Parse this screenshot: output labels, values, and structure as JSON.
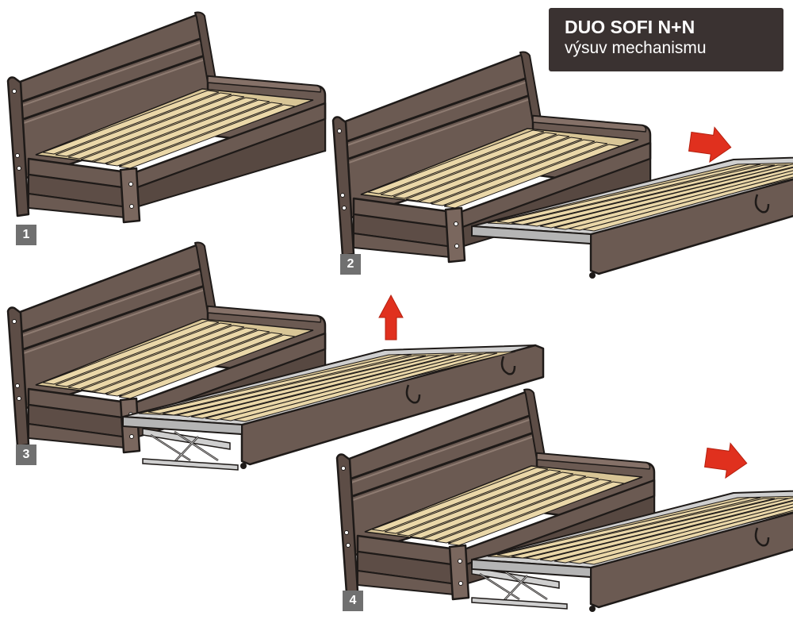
{
  "title": {
    "product": "DUO SOFI N+N",
    "subtitle": "výsuv mechanismu"
  },
  "steps": [
    {
      "label": "1"
    },
    {
      "label": "2"
    },
    {
      "label": "3"
    },
    {
      "label": "4"
    }
  ],
  "colors": {
    "frame": "#6b5a52",
    "frame_dark": "#4f413b",
    "outline": "#1e1a18",
    "slat": "#ead7a8",
    "metal": "#c9c9c9",
    "arrow": "#e0301e",
    "badge": "#707070",
    "title_bg": "#3a3231"
  },
  "arrows": [
    {
      "step": "2",
      "direction": "right"
    },
    {
      "step": "3",
      "direction": "up"
    },
    {
      "step": "4",
      "direction": "right"
    }
  ]
}
